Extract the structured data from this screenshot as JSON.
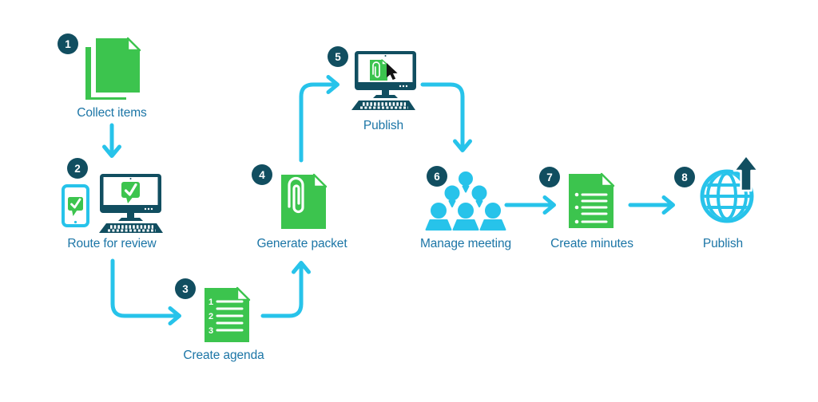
{
  "diagram": {
    "type": "workflow-flowchart",
    "steps": [
      {
        "number": "1",
        "label": "Collect items",
        "icon": "documents-stack-icon"
      },
      {
        "number": "2",
        "label": "Route for review",
        "icon": "devices-review-icon"
      },
      {
        "number": "3",
        "label": "Create agenda",
        "icon": "agenda-document-icon"
      },
      {
        "number": "4",
        "label": "Generate packet",
        "icon": "packet-document-icon"
      },
      {
        "number": "5",
        "label": "Publish",
        "icon": "publish-computer-icon"
      },
      {
        "number": "6",
        "label": "Manage meeting",
        "icon": "meeting-people-icon"
      },
      {
        "number": "7",
        "label": "Create minutes",
        "icon": "minutes-document-icon"
      },
      {
        "number": "8",
        "label": "Publish",
        "icon": "globe-upload-icon"
      }
    ],
    "connections": [
      [
        "1",
        "2"
      ],
      [
        "2",
        "3"
      ],
      [
        "3",
        "4"
      ],
      [
        "4",
        "5"
      ],
      [
        "5",
        "6"
      ],
      [
        "6",
        "7"
      ],
      [
        "7",
        "8"
      ]
    ],
    "colors": {
      "green": "#3cc44e",
      "cyan": "#27c3ea",
      "teal": "#114e60",
      "label": "#1b75a6",
      "cursor": "#141414"
    }
  }
}
